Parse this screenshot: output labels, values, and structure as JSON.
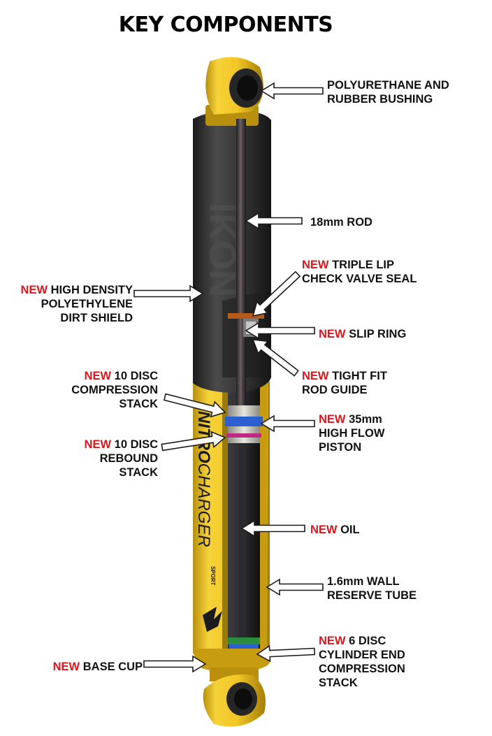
{
  "title": "KEY COMPONENTS",
  "new_word": "NEW",
  "logo": {
    "brand_strong": "NITRO",
    "brand_light": "CHARGER",
    "sub": "SPORT"
  },
  "colors": {
    "accent_red": "#e0151b",
    "shock_yellow": "#f2c624",
    "shield_dark": "#2e2e2e"
  },
  "labels": {
    "bushing": {
      "is_new": false,
      "lines": [
        "POLYURETHANE AND",
        "RUBBER BUSHING"
      ]
    },
    "rod": {
      "is_new": false,
      "lines": [
        "18mm ROD"
      ]
    },
    "triple_lip": {
      "is_new": true,
      "lines": [
        "TRIPLE LIP",
        "CHECK VALVE SEAL"
      ]
    },
    "dirt_shield": {
      "is_new": true,
      "lines": [
        "HIGH DENSITY",
        "POLYETHYLENE",
        "DIRT SHIELD"
      ]
    },
    "slip_ring": {
      "is_new": true,
      "lines": [
        "SLIP RING"
      ]
    },
    "rod_guide": {
      "is_new": true,
      "lines": [
        "TIGHT FIT",
        "ROD GUIDE"
      ]
    },
    "compression": {
      "is_new": true,
      "lines": [
        "10 DISC",
        "COMPRESSION",
        "STACK"
      ]
    },
    "piston": {
      "is_new": true,
      "lines": [
        "35mm",
        "HIGH FLOW",
        "PISTON"
      ]
    },
    "rebound": {
      "is_new": true,
      "lines": [
        "10 DISC",
        "REBOUND",
        "STACK"
      ]
    },
    "oil": {
      "is_new": true,
      "lines": [
        "OIL"
      ]
    },
    "reserve_tube": {
      "is_new": false,
      "lines": [
        "1.6mm WALL",
        "RESERVE TUBE"
      ]
    },
    "cylinder_end": {
      "is_new": true,
      "lines": [
        "6 DISC",
        "CYLINDER END",
        "COMPRESSION",
        "STACK"
      ]
    },
    "base_cup": {
      "is_new": true,
      "lines": [
        "BASE CUP"
      ]
    }
  }
}
